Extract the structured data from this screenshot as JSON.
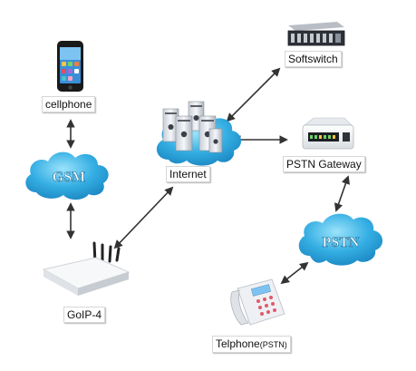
{
  "nodes": {
    "cellphone": "cellphone",
    "gsm": "GSM",
    "goip": "GoIP-4",
    "internet": "Internet",
    "softswitch": "Softswitch",
    "pstn_gateway": "PSTN Gateway",
    "pstn": "PSTN",
    "telephone_main": "Telphone",
    "telephone_suffix": "(PSTN)"
  },
  "colors": {
    "cloud_blue": "#2aa3dc",
    "cloud_light": "#6fd0f5",
    "arrow": "#333333"
  },
  "icons": {
    "cellphone": "smartphone-icon",
    "softswitch": "rack-server-icon",
    "internet_servers": "server-tower-icon",
    "pstn_gateway": "gateway-device-icon",
    "goip": "goip-router-icon",
    "telephone": "desk-phone-icon"
  }
}
